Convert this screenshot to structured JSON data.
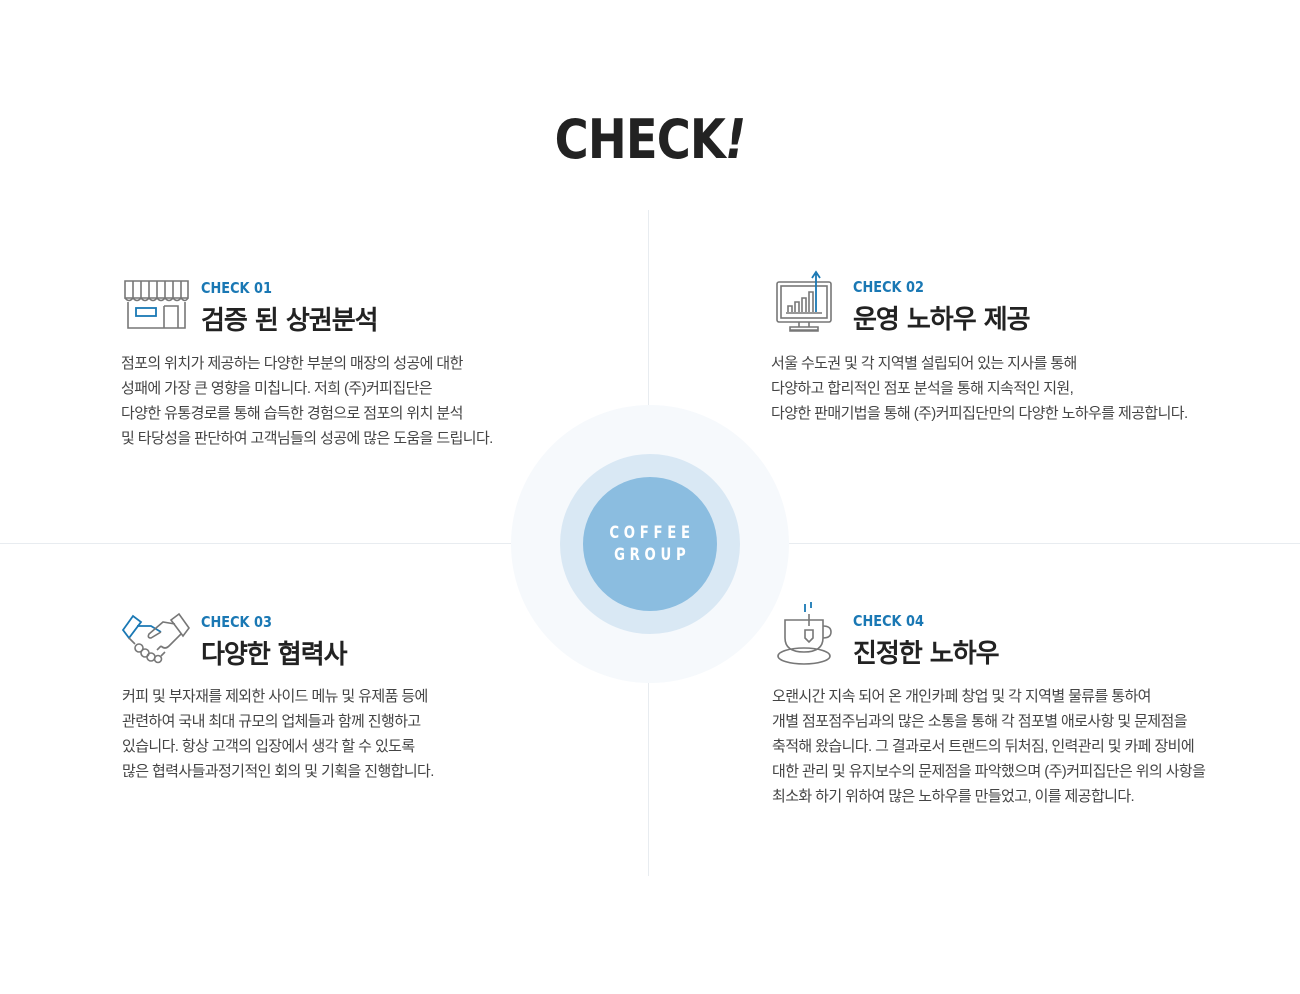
{
  "header": {
    "title": "CHECK",
    "title_mark": "!"
  },
  "center_badge": {
    "line1": "COFFEE",
    "line2": "GROUP"
  },
  "checks": [
    {
      "label": "CHECK 01",
      "title": "검증 된 상권분석",
      "icon": "storefront-icon",
      "lines": [
        "점포의 위치가 제공하는 다양한 부분의 매장의 성공에 대한",
        "성패에 가장 큰 영향을 미칩니다. 저희 (주)커피집단은",
        "다양한 유통경로를  통해 습득한 경험으로 점포의 위치 분석",
        "및 타당성을 판단하여 고객님들의 성공에 많은 도움을 드립니다."
      ]
    },
    {
      "label": "CHECK 02",
      "title": "운영 노하우 제공",
      "icon": "monitor-growth-chart-icon",
      "lines": [
        "서울 수도권 및 각 지역별 설립되어 있는 지사를 통해",
        "다양하고 합리적인 점포 분석을 통해 지속적인 지원,",
        "다양한 판매기법을 통해 (주)커피집단만의 다양한 노하우를 제공합니다."
      ]
    },
    {
      "label": "CHECK 03",
      "title": "다양한 협력사",
      "icon": "handshake-icon",
      "lines": [
        "커피 및 부자재를 제외한 사이드 메뉴 및 유제품 등에",
        "관련하여 국내 최대 규모의 업체들과 함께 진행하고",
        "있습니다. 항상 고객의 입장에서 생각 할 수 있도록",
        "많은 협력사들과정기적인 회의 및 기획을 진행합니다."
      ]
    },
    {
      "label": "CHECK 04",
      "title": "진정한 노하우",
      "icon": "tea-cup-icon",
      "lines": [
        "오랜시간 지속 되어 온 개인카페 창업 및 각 지역별 물류를 통하여",
        "개별 점포점주님과의 많은 소통을 통해 각 점포별 애로사항 및 문제점을",
        "축적해 왔습니다. 그 결과로서 트랜드의 뒤처짐, 인력관리 및 카페 장비에",
        "대한 관리 및 유지보수의 문제점을 파악했으며 (주)커피집단은 위의 사항을",
        "최소화 하기 위하여 많은 노하우를 만들었고, 이를 제공합니다."
      ]
    }
  ],
  "colors": {
    "accent": "#1a78b4",
    "badge": "#8bbde0",
    "text": "#222222"
  }
}
